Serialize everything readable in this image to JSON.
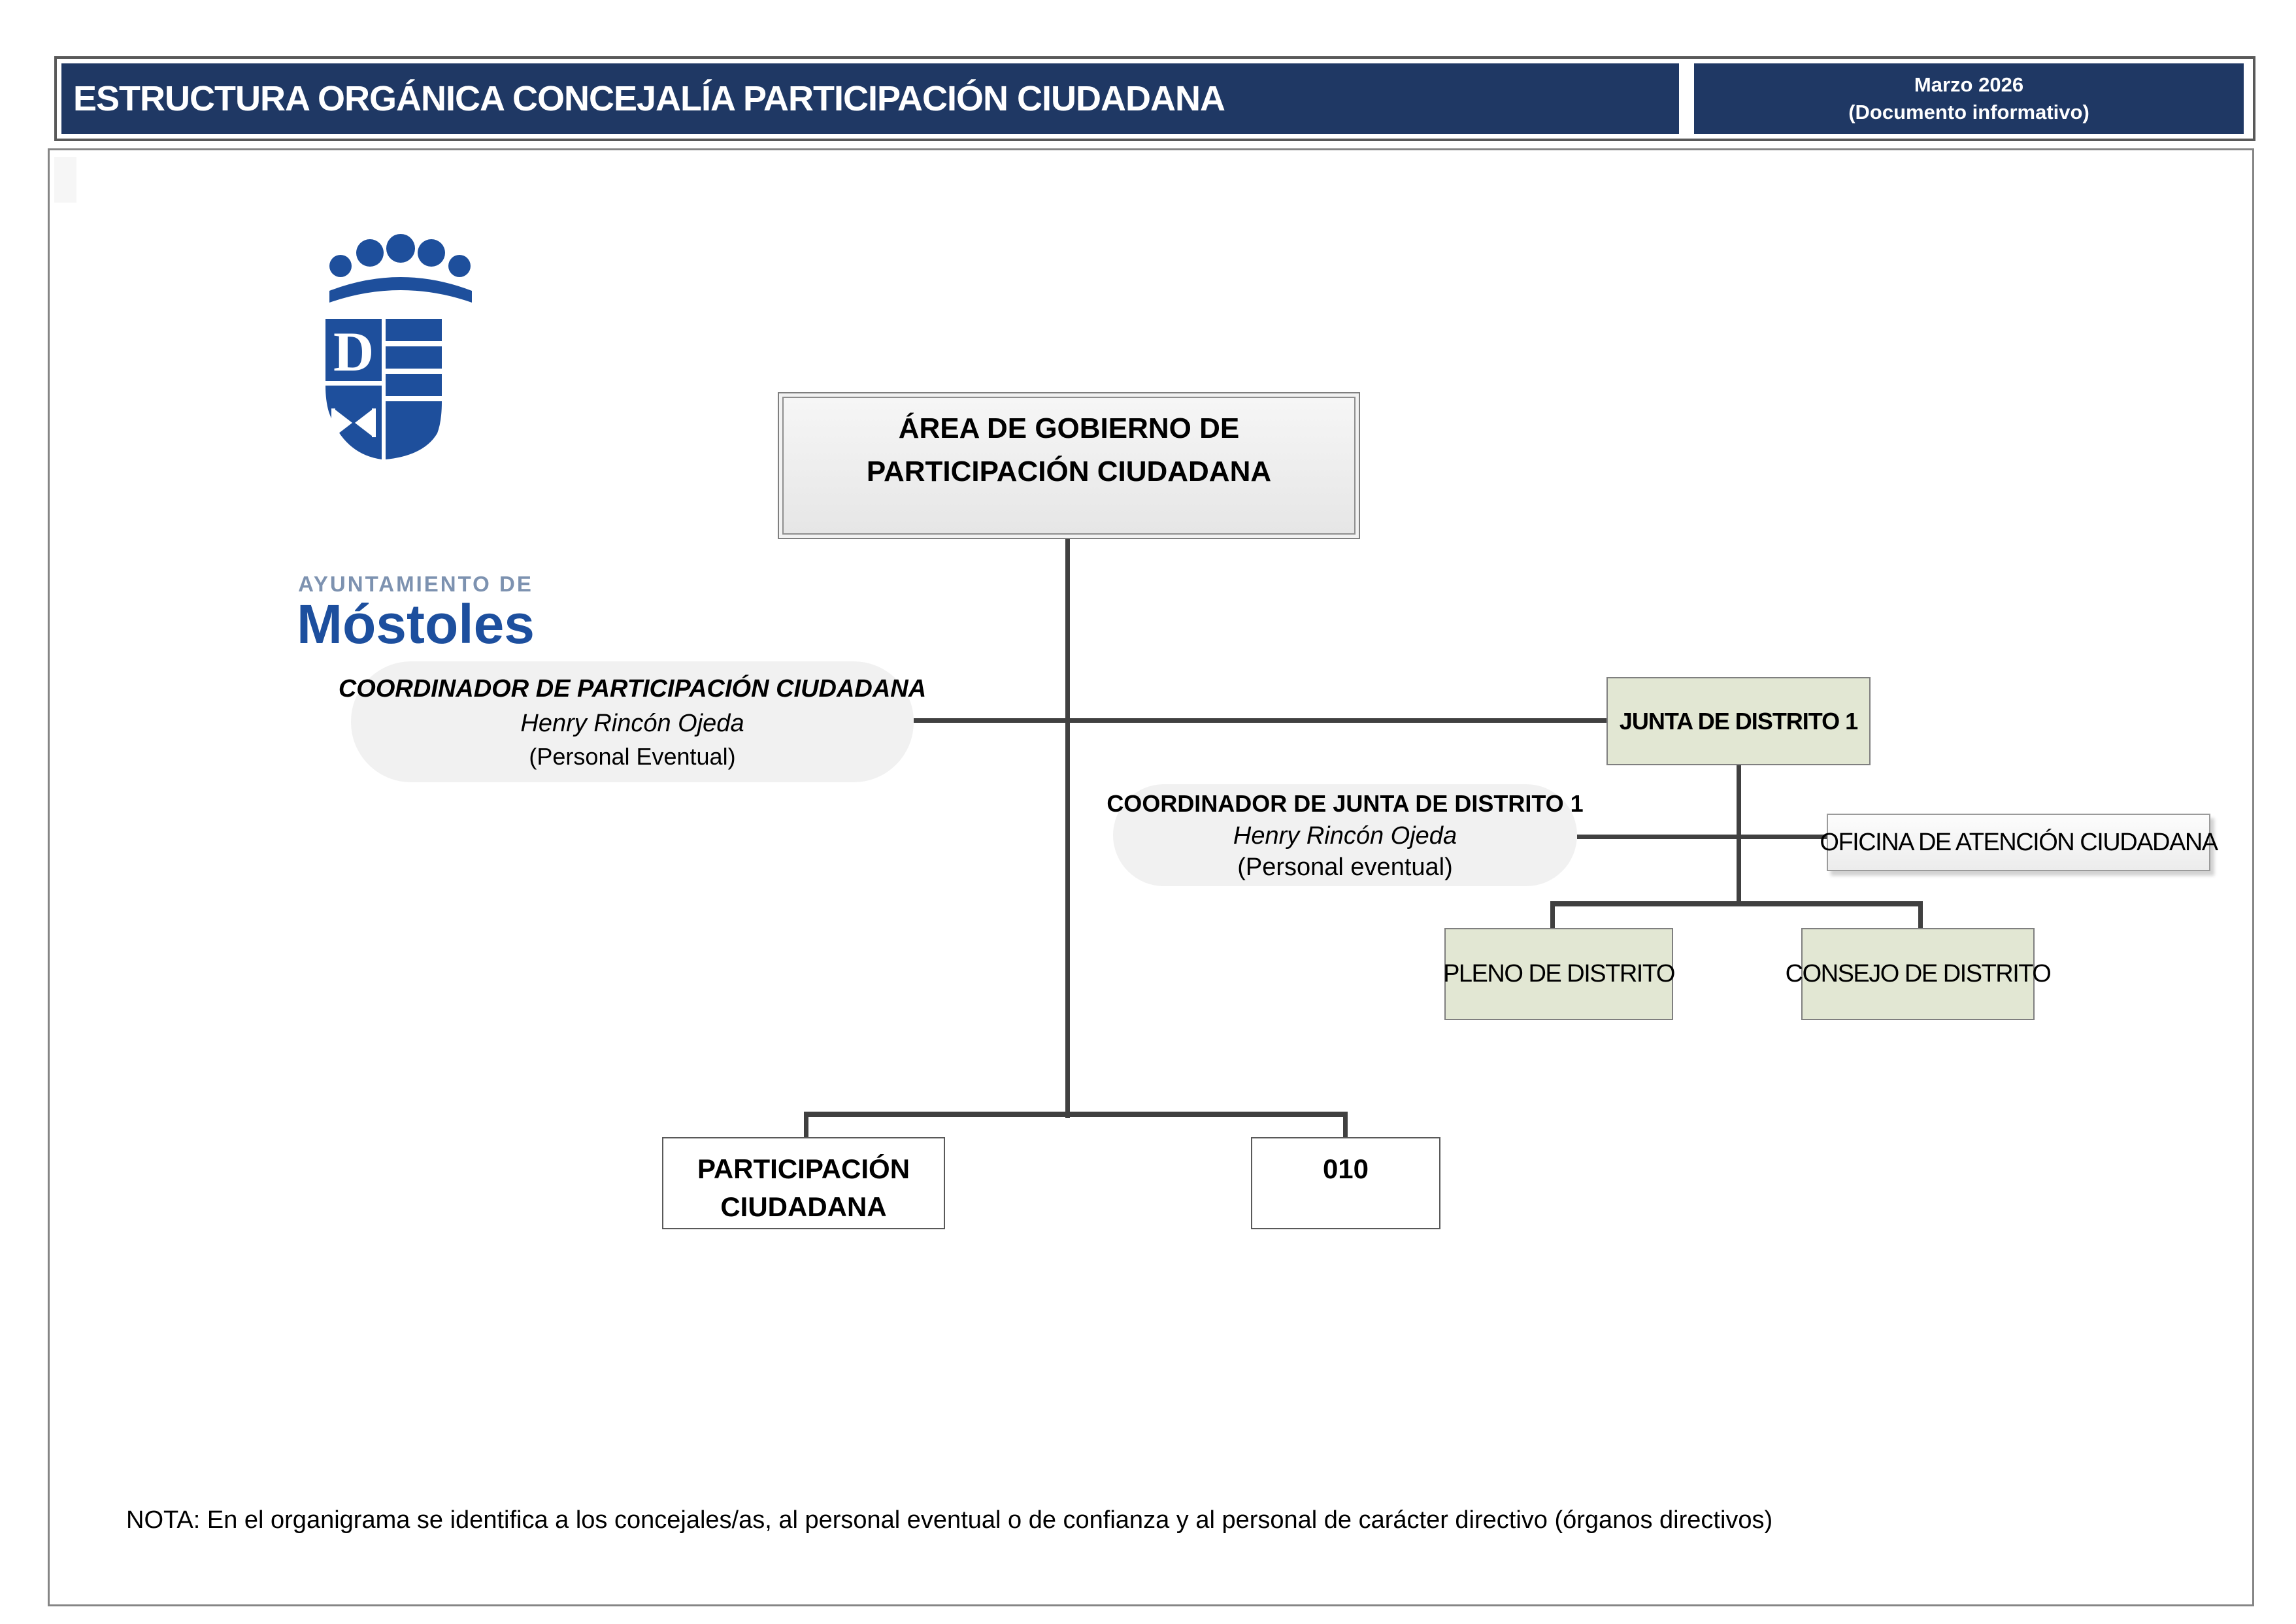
{
  "header": {
    "title": "ESTRUCTURA ORGÁNICA CONCEJALÍA PARTICIPACIÓN CIUDADANA",
    "date": "Marzo 2026",
    "subtitle": "(Documento informativo)"
  },
  "logo": {
    "org_name_top": "AYUNTAMIENTO DE",
    "org_name": "Móstoles"
  },
  "chart": {
    "area_gobierno": {
      "label": "ÁREA DE GOBIERNO DE PARTICIPACIÓN CIUDADANA"
    },
    "coordinador_participacion": {
      "title": "COORDINADOR DE PARTICIPACIÓN CIUDADANA",
      "name": "Henry Rincón Ojeda",
      "type": "(Personal Eventual)"
    },
    "junta_distrito": {
      "label": "JUNTA DE DISTRITO 1"
    },
    "coordinador_junta": {
      "title": "COORDINADOR DE JUNTA DE DISTRITO 1",
      "name": "Henry Rincón Ojeda",
      "type": "(Personal eventual)"
    },
    "oficina": {
      "label": "OFICINA DE ATENCIÓN CIUDADANA"
    },
    "pleno": {
      "label": "PLENO DE DISTRITO"
    },
    "consejo": {
      "label": "CONSEJO DE DISTRITO"
    },
    "participacion": {
      "label": "PARTICIPACIÓN CIUDADANA"
    },
    "unit_010": {
      "label": "010"
    }
  },
  "note": "NOTA: En el organigrama se identifica a los concejales/as, al personal eventual o de confianza y al personal de carácter directivo (órganos directivos)",
  "colors": {
    "header_navy": "#1F3864",
    "connector_line": "#404040",
    "green_box": "#E2E7D3",
    "bubble_gray": "#F1F1F1",
    "logo_blue": "#1E4F9C",
    "logo_gray_blue": "#7D92B0"
  }
}
